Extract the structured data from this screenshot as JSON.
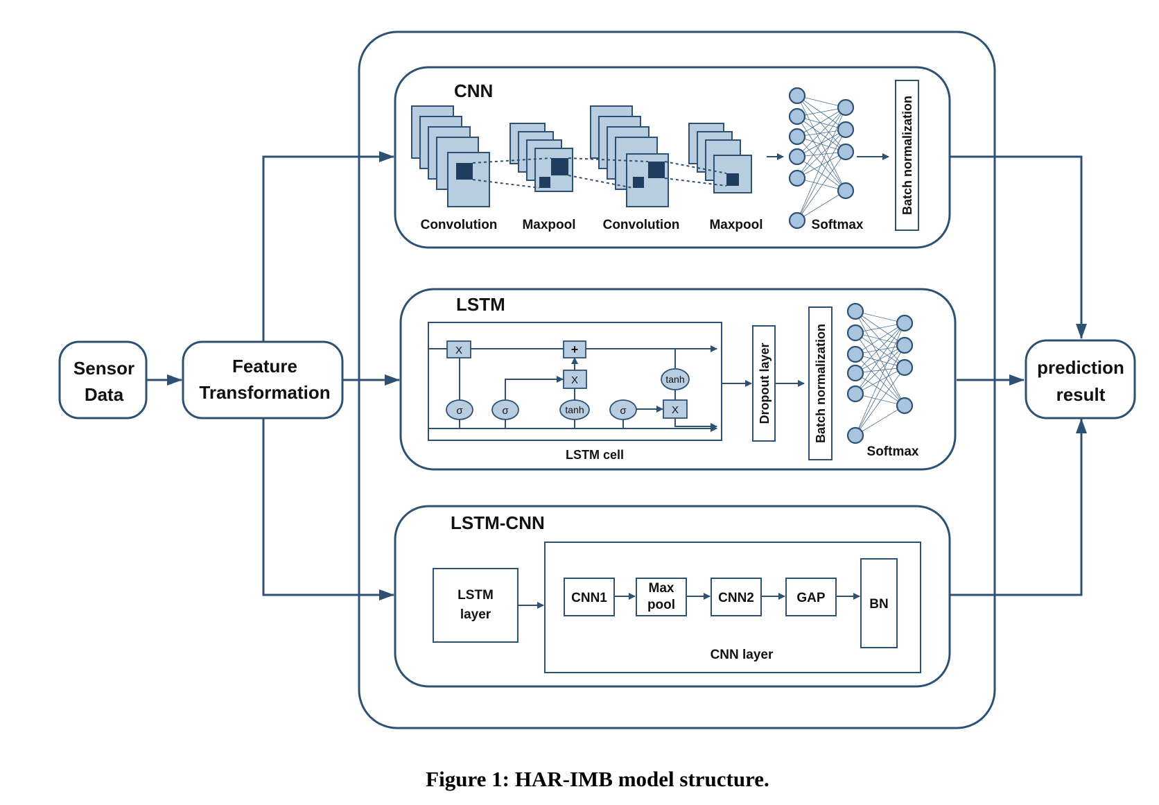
{
  "inputs": {
    "sensor_line1": "Sensor",
    "sensor_line2": "Data",
    "feature_line1": "Feature",
    "feature_line2": "Transformation"
  },
  "output": {
    "line1": "prediction",
    "line2": "result"
  },
  "cnn": {
    "title": "CNN",
    "conv1": "Convolution",
    "pool1": "Maxpool",
    "conv2": "Convolution",
    "pool2": "Maxpool",
    "softmax": "Softmax",
    "bn": "Batch normalization"
  },
  "lstm": {
    "title": "LSTM",
    "cell_label": "LSTM cell",
    "mult": "X",
    "plus": "+",
    "sigma": "σ",
    "tanh": "tanh",
    "dropout": "Dropout layer",
    "bn": "Batch normalization",
    "softmax": "Softmax"
  },
  "lstm_cnn": {
    "title": "LSTM-CNN",
    "lstm_line1": "LSTM",
    "lstm_line2": "layer",
    "cnn1": "CNN1",
    "maxpool_line1": "Max",
    "maxpool_line2": "pool",
    "cnn2": "CNN2",
    "gap": "GAP",
    "bn": "BN",
    "cnn_layer_label": "CNN layer"
  },
  "caption": "Figure 1: HAR-IMB model structure."
}
